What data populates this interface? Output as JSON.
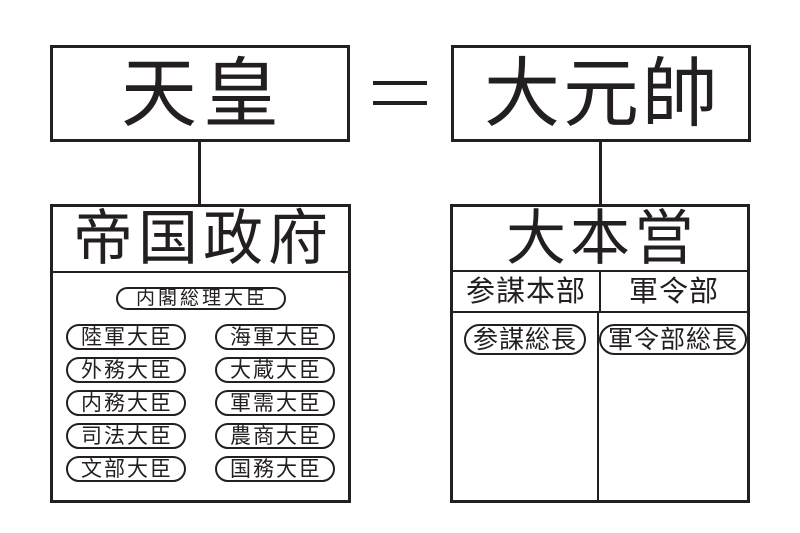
{
  "chart": {
    "emperor": "天皇",
    "relation_symbol": "=",
    "generalissimo": "大元帥"
  },
  "government": {
    "title": "帝国政府",
    "prime_minister": "内閣総理大臣",
    "ministers": [
      "陸軍大臣",
      "海軍大臣",
      "外務大臣",
      "大蔵大臣",
      "内務大臣",
      "軍需大臣",
      "司法大臣",
      "農商大臣",
      "文部大臣",
      "国務大臣"
    ]
  },
  "headquarters": {
    "title": "大本営",
    "branches": [
      "参謀本部",
      "軍令部"
    ],
    "chiefs": [
      "参謀総長",
      "軍令部総長"
    ]
  },
  "colors": {
    "ink": "#231f20",
    "background": "#ffffff"
  }
}
